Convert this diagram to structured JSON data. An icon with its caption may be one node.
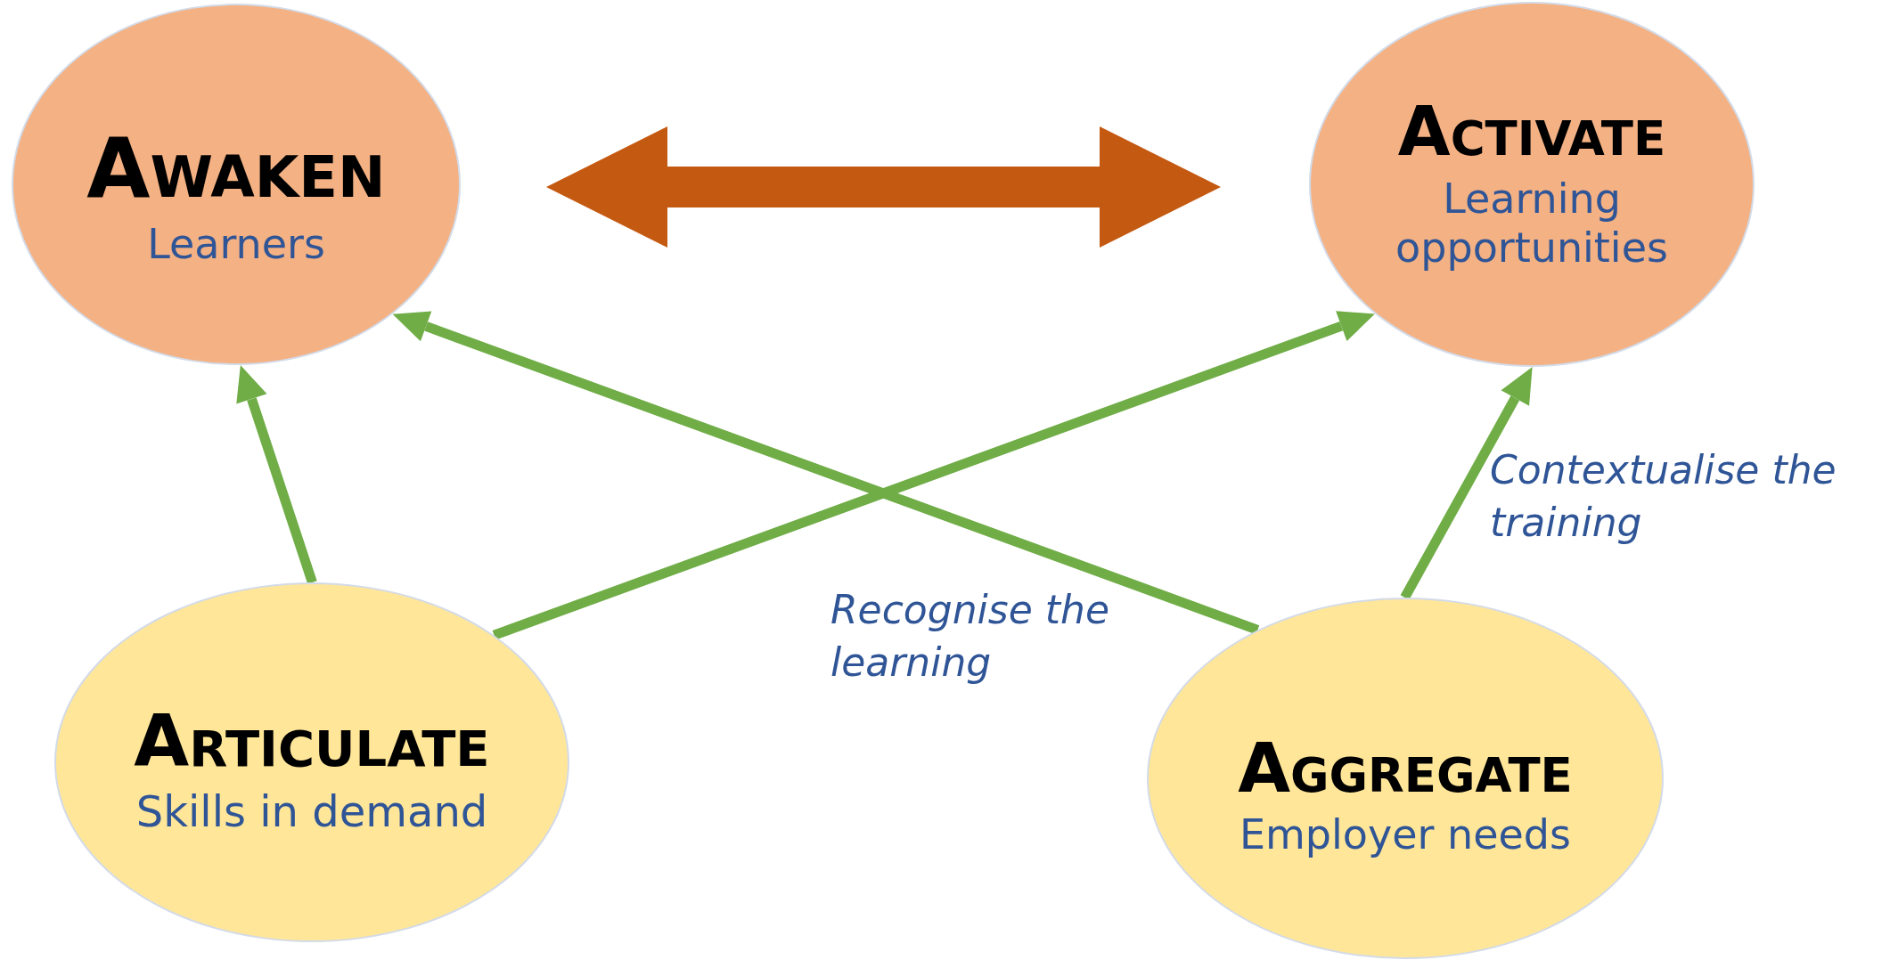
{
  "diagram": {
    "nodes": [
      {
        "text": [
          "Awaken",
          "Learners"
        ]
      },
      {
        "text": [
          "Activate",
          "Learning opportunities"
        ]
      },
      {
        "text": [
          "Articulate",
          "Skills in demand"
        ]
      },
      {
        "text": [
          "Aggregate",
          "Employer needs"
        ]
      }
    ],
    "edges": [
      {
        "from": 0,
        "to": 1,
        "arrow": "both",
        "style": "thick",
        "color": "#c45911"
      },
      {
        "from": 2,
        "to": 0,
        "arrow": "to"
      },
      {
        "from": 2,
        "to": 1,
        "arrow": "to"
      },
      {
        "from": 3,
        "to": 0,
        "arrow": "to",
        "label": "Recognise the learning"
      },
      {
        "from": 3,
        "to": 1,
        "arrow": "to",
        "label": "Contextualise the training"
      }
    ]
  }
}
